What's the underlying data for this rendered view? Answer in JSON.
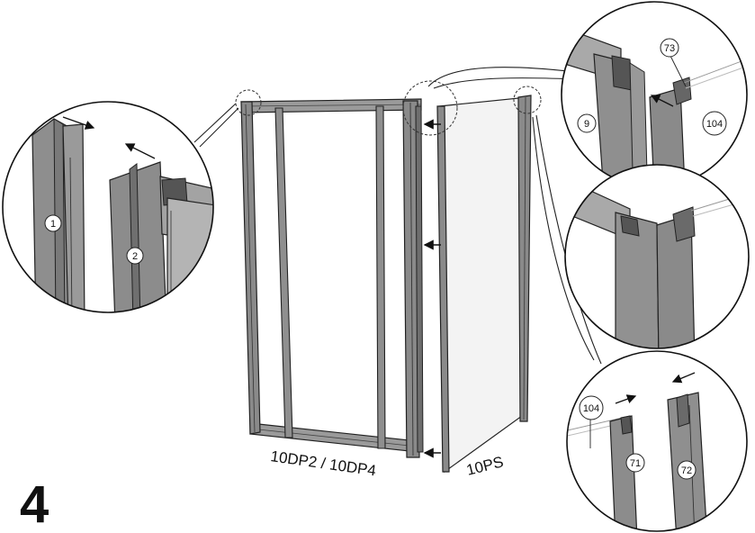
{
  "step_number": "4",
  "labels": {
    "door": "10DP2 / 10DP4",
    "panel": "10PS"
  },
  "callouts": {
    "left": [
      "1",
      "2"
    ],
    "top_right": [
      "73",
      "9",
      "104"
    ],
    "bottom_right": [
      "104",
      "71",
      "72"
    ]
  },
  "colors": {
    "profile_fill": "#8a8a8a",
    "profile_dark": "#555555",
    "outline": "#222222",
    "glass": "#f2f2f2"
  }
}
